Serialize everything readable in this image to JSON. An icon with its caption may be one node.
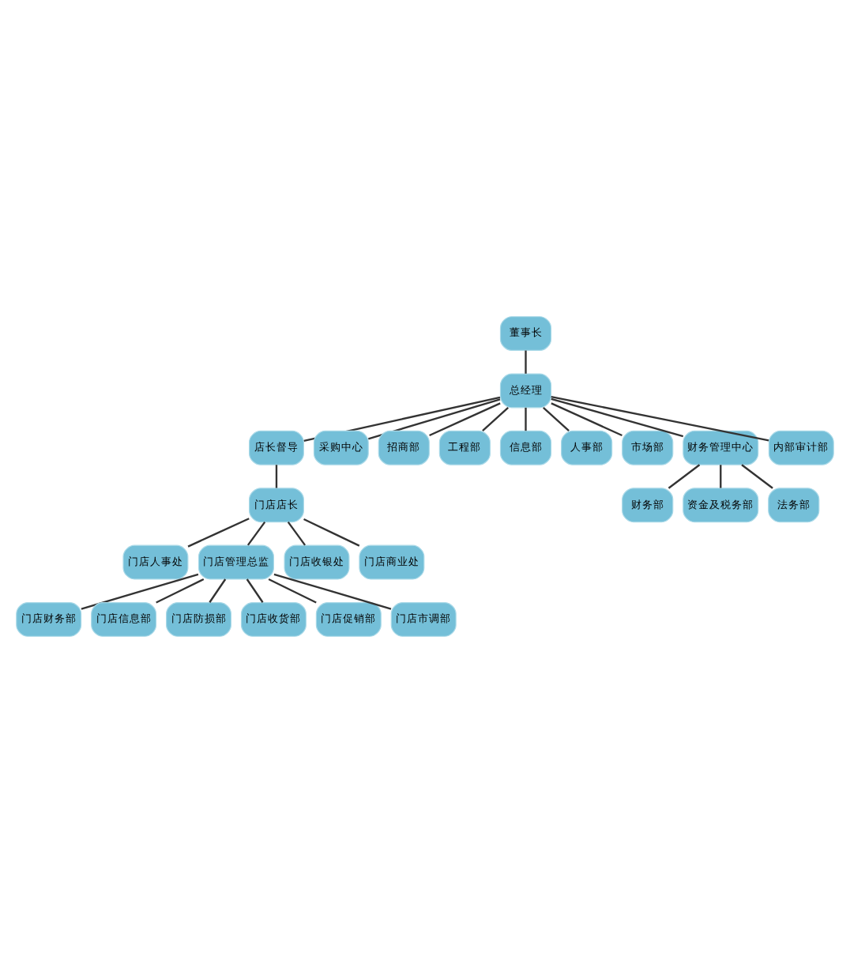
{
  "diagram": {
    "nodes": [
      {
        "text": [
          "董事长"
        ]
      },
      {
        "text": [
          "总经理"
        ]
      },
      {
        "text": [
          "店长督导"
        ]
      },
      {
        "text": [
          "采购中心"
        ]
      },
      {
        "text": [
          "招商部"
        ]
      },
      {
        "text": [
          "工程部"
        ]
      },
      {
        "text": [
          "信息部"
        ]
      },
      {
        "text": [
          "人事部"
        ]
      },
      {
        "text": [
          "市场部"
        ]
      },
      {
        "text": [
          "财务管理中心"
        ]
      },
      {
        "text": [
          "内部审计部"
        ]
      },
      {
        "text": [
          "门店店长"
        ]
      },
      {
        "text": [
          "财务部"
        ]
      },
      {
        "text": [
          "资金及税务部"
        ]
      },
      {
        "text": [
          "法务部"
        ]
      },
      {
        "text": [
          "门店人事处"
        ]
      },
      {
        "text": [
          "门店管理总监"
        ]
      },
      {
        "text": [
          "门店财务部"
        ]
      },
      {
        "text": [
          "门店信息部"
        ]
      },
      {
        "text": [
          "门店防损部"
        ]
      },
      {
        "text": [
          "门店收货部"
        ]
      },
      {
        "text": [
          "门店促销部"
        ]
      },
      {
        "text": [
          "门店市调部"
        ]
      },
      {
        "text": [
          "门店收银处"
        ]
      },
      {
        "text": [
          "门店商业处"
        ]
      }
    ],
    "edges": [
      {
        "from": 0,
        "to": 1,
        "arrow": "none"
      },
      {
        "from": 1,
        "to": 2,
        "arrow": "none"
      },
      {
        "from": 1,
        "to": 3,
        "arrow": "none"
      },
      {
        "from": 1,
        "to": 4,
        "arrow": "none"
      },
      {
        "from": 1,
        "to": 5,
        "arrow": "none"
      },
      {
        "from": 1,
        "to": 6,
        "arrow": "none"
      },
      {
        "from": 1,
        "to": 7,
        "arrow": "none"
      },
      {
        "from": 1,
        "to": 8,
        "arrow": "none"
      },
      {
        "from": 1,
        "to": 9,
        "arrow": "none"
      },
      {
        "from": 1,
        "to": 10,
        "arrow": "none"
      },
      {
        "from": 2,
        "to": 11,
        "arrow": "none"
      },
      {
        "from": 9,
        "to": 12,
        "arrow": "none"
      },
      {
        "from": 9,
        "to": 13,
        "arrow": "none"
      },
      {
        "from": 9,
        "to": 14,
        "arrow": "none"
      },
      {
        "from": 11,
        "to": 15,
        "arrow": "none"
      },
      {
        "from": 11,
        "to": 16,
        "arrow": "none"
      },
      {
        "from": 16,
        "to": 17,
        "arrow": "none"
      },
      {
        "from": 16,
        "to": 18,
        "arrow": "none"
      },
      {
        "from": 16,
        "to": 19,
        "arrow": "none"
      },
      {
        "from": 16,
        "to": 20,
        "arrow": "none"
      },
      {
        "from": 16,
        "to": 21,
        "arrow": "none"
      },
      {
        "from": 16,
        "to": 22,
        "arrow": "none"
      },
      {
        "from": 11,
        "to": 23,
        "arrow": "none"
      },
      {
        "from": 11,
        "to": 24,
        "arrow": "none"
      }
    ]
  }
}
